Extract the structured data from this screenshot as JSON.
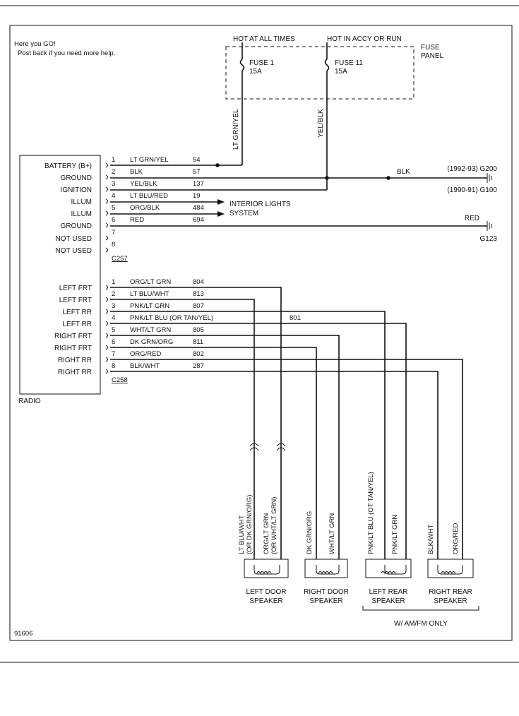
{
  "note": {
    "line1": "Here you GO!",
    "line2": "Post back if you need more help."
  },
  "fuse_panel": {
    "hot_all_times": "HOT AT ALL TIMES",
    "hot_accy_run": "HOT IN ACCY OR RUN",
    "label1": "FUSE",
    "label2": "PANEL",
    "fuse1_name": "FUSE 1",
    "fuse1_amp": "15A",
    "fuse11_name": "FUSE 11",
    "fuse11_amp": "15A",
    "wire_left": "LT GRN/YEL",
    "wire_right": "YEL/BLK"
  },
  "radio": {
    "label": "RADIO",
    "connector1": "C257",
    "connector2": "C258",
    "pins_top": [
      {
        "func": "BATTERY (B+)",
        "num": "1",
        "color": "LT GRN/YEL",
        "circuit": "54"
      },
      {
        "func": "GROUND",
        "num": "2",
        "color": "BLK",
        "circuit": "57"
      },
      {
        "func": "IGNITION",
        "num": "3",
        "color": "YEL/BLK",
        "circuit": "137"
      },
      {
        "func": "ILLUM",
        "num": "4",
        "color": "LT BLU/RED",
        "circuit": "19"
      },
      {
        "func": "ILLUM",
        "num": "5",
        "color": "ORG/BLK",
        "circuit": "484"
      },
      {
        "func": "GROUND",
        "num": "6",
        "color": "RED",
        "circuit": "694"
      },
      {
        "func": "NOT USED",
        "num": "7",
        "color": "",
        "circuit": ""
      },
      {
        "func": "NOT USED",
        "num": "8",
        "color": "",
        "circuit": ""
      }
    ],
    "pins_bottom": [
      {
        "func": "LEFT FRT",
        "num": "1",
        "color": "ORG/LT GRN",
        "circuit": "804"
      },
      {
        "func": "LEFT FRT",
        "num": "2",
        "color": "LT BLU/WHT",
        "circuit": "813"
      },
      {
        "func": "LEFT RR",
        "num": "3",
        "color": "PNK/LT GRN",
        "circuit": "807"
      },
      {
        "func": "LEFT RR",
        "num": "4",
        "color": "PNK/LT BLU (OR TAN/YEL)",
        "circuit": "801"
      },
      {
        "func": "RIGHT FRT",
        "num": "5",
        "color": "WHT/LT GRN",
        "circuit": "805"
      },
      {
        "func": "RIGHT FRT",
        "num": "6",
        "color": "DK GRN/ORG",
        "circuit": "811"
      },
      {
        "func": "RIGHT RR",
        "num": "7",
        "color": "ORG/RED",
        "circuit": "802"
      },
      {
        "func": "RIGHT RR",
        "num": "8",
        "color": "BLK/WHT",
        "circuit": "287"
      }
    ]
  },
  "interior_lights": {
    "line1": "INTERIOR LIGHTS",
    "line2": "SYSTEM"
  },
  "grounds": {
    "blk_label": "BLK",
    "g200": "(1992-93) G200",
    "g100": "(1990-91) G100",
    "red_label": "RED",
    "g123": "G123"
  },
  "speakers": [
    {
      "name1": "LEFT DOOR",
      "name2": "SPEAKER",
      "wire_a1": "LT BLU/WHT",
      "wire_a2": "(OR DK GRN/ORG)",
      "wire_b1": "ORG/LT GRN",
      "wire_b2": "(OR WHT/LT GRN)"
    },
    {
      "name1": "RIGHT DOOR",
      "name2": "SPEAKER",
      "wire_a1": "DK GRN/ORG",
      "wire_a2": "",
      "wire_b1": "WHT/LT GRN",
      "wire_b2": ""
    },
    {
      "name1": "LEFT REAR",
      "name2": "SPEAKER",
      "wire_a1": "PNK/LT BLU (OT TAN/YEL)",
      "wire_a2": "",
      "wire_b1": "PNK/LT GRN",
      "wire_b2": ""
    },
    {
      "name1": "RIGHT REAR",
      "name2": "SPEAKER",
      "wire_a1": "BLK/WHT",
      "wire_a2": "",
      "wire_b1": "ORG/RED",
      "wire_b2": ""
    }
  ],
  "am_fm_note": "W/ AM/FM ONLY",
  "figure_id": "91606"
}
